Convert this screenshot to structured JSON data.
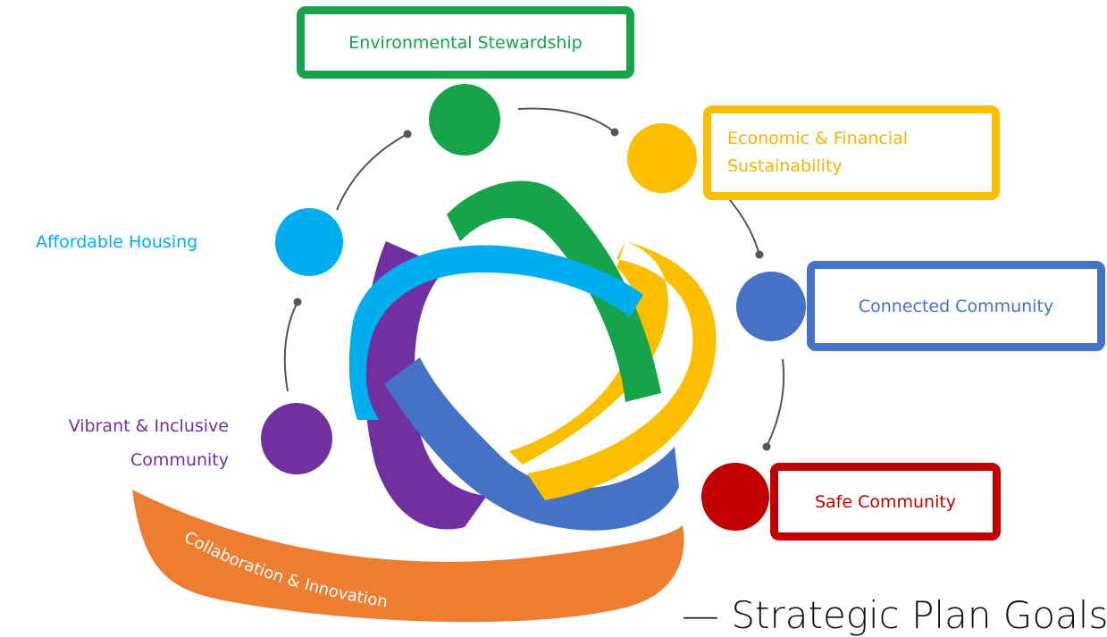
{
  "goals": {
    "environmental": "Environmental Stewardship",
    "economic_line1": "Economic & Financial",
    "economic_line2": "Sustainability",
    "connected": "Connected Community",
    "safe": "Safe Community",
    "housing": "Affordable Housing",
    "vibrant_line1": "Vibrant & Inclusive",
    "vibrant_line2": "Community"
  },
  "foundation": "Collaboration & Innovation",
  "caption": "— Strategic Plan Goals",
  "colors": {
    "green": "#16a34a",
    "yellow": "#fbbf00",
    "blue": "#4472c4",
    "red": "#c00000",
    "cyan": "#00aeef",
    "purple": "#7030a0",
    "orange": "#ed7d31"
  }
}
